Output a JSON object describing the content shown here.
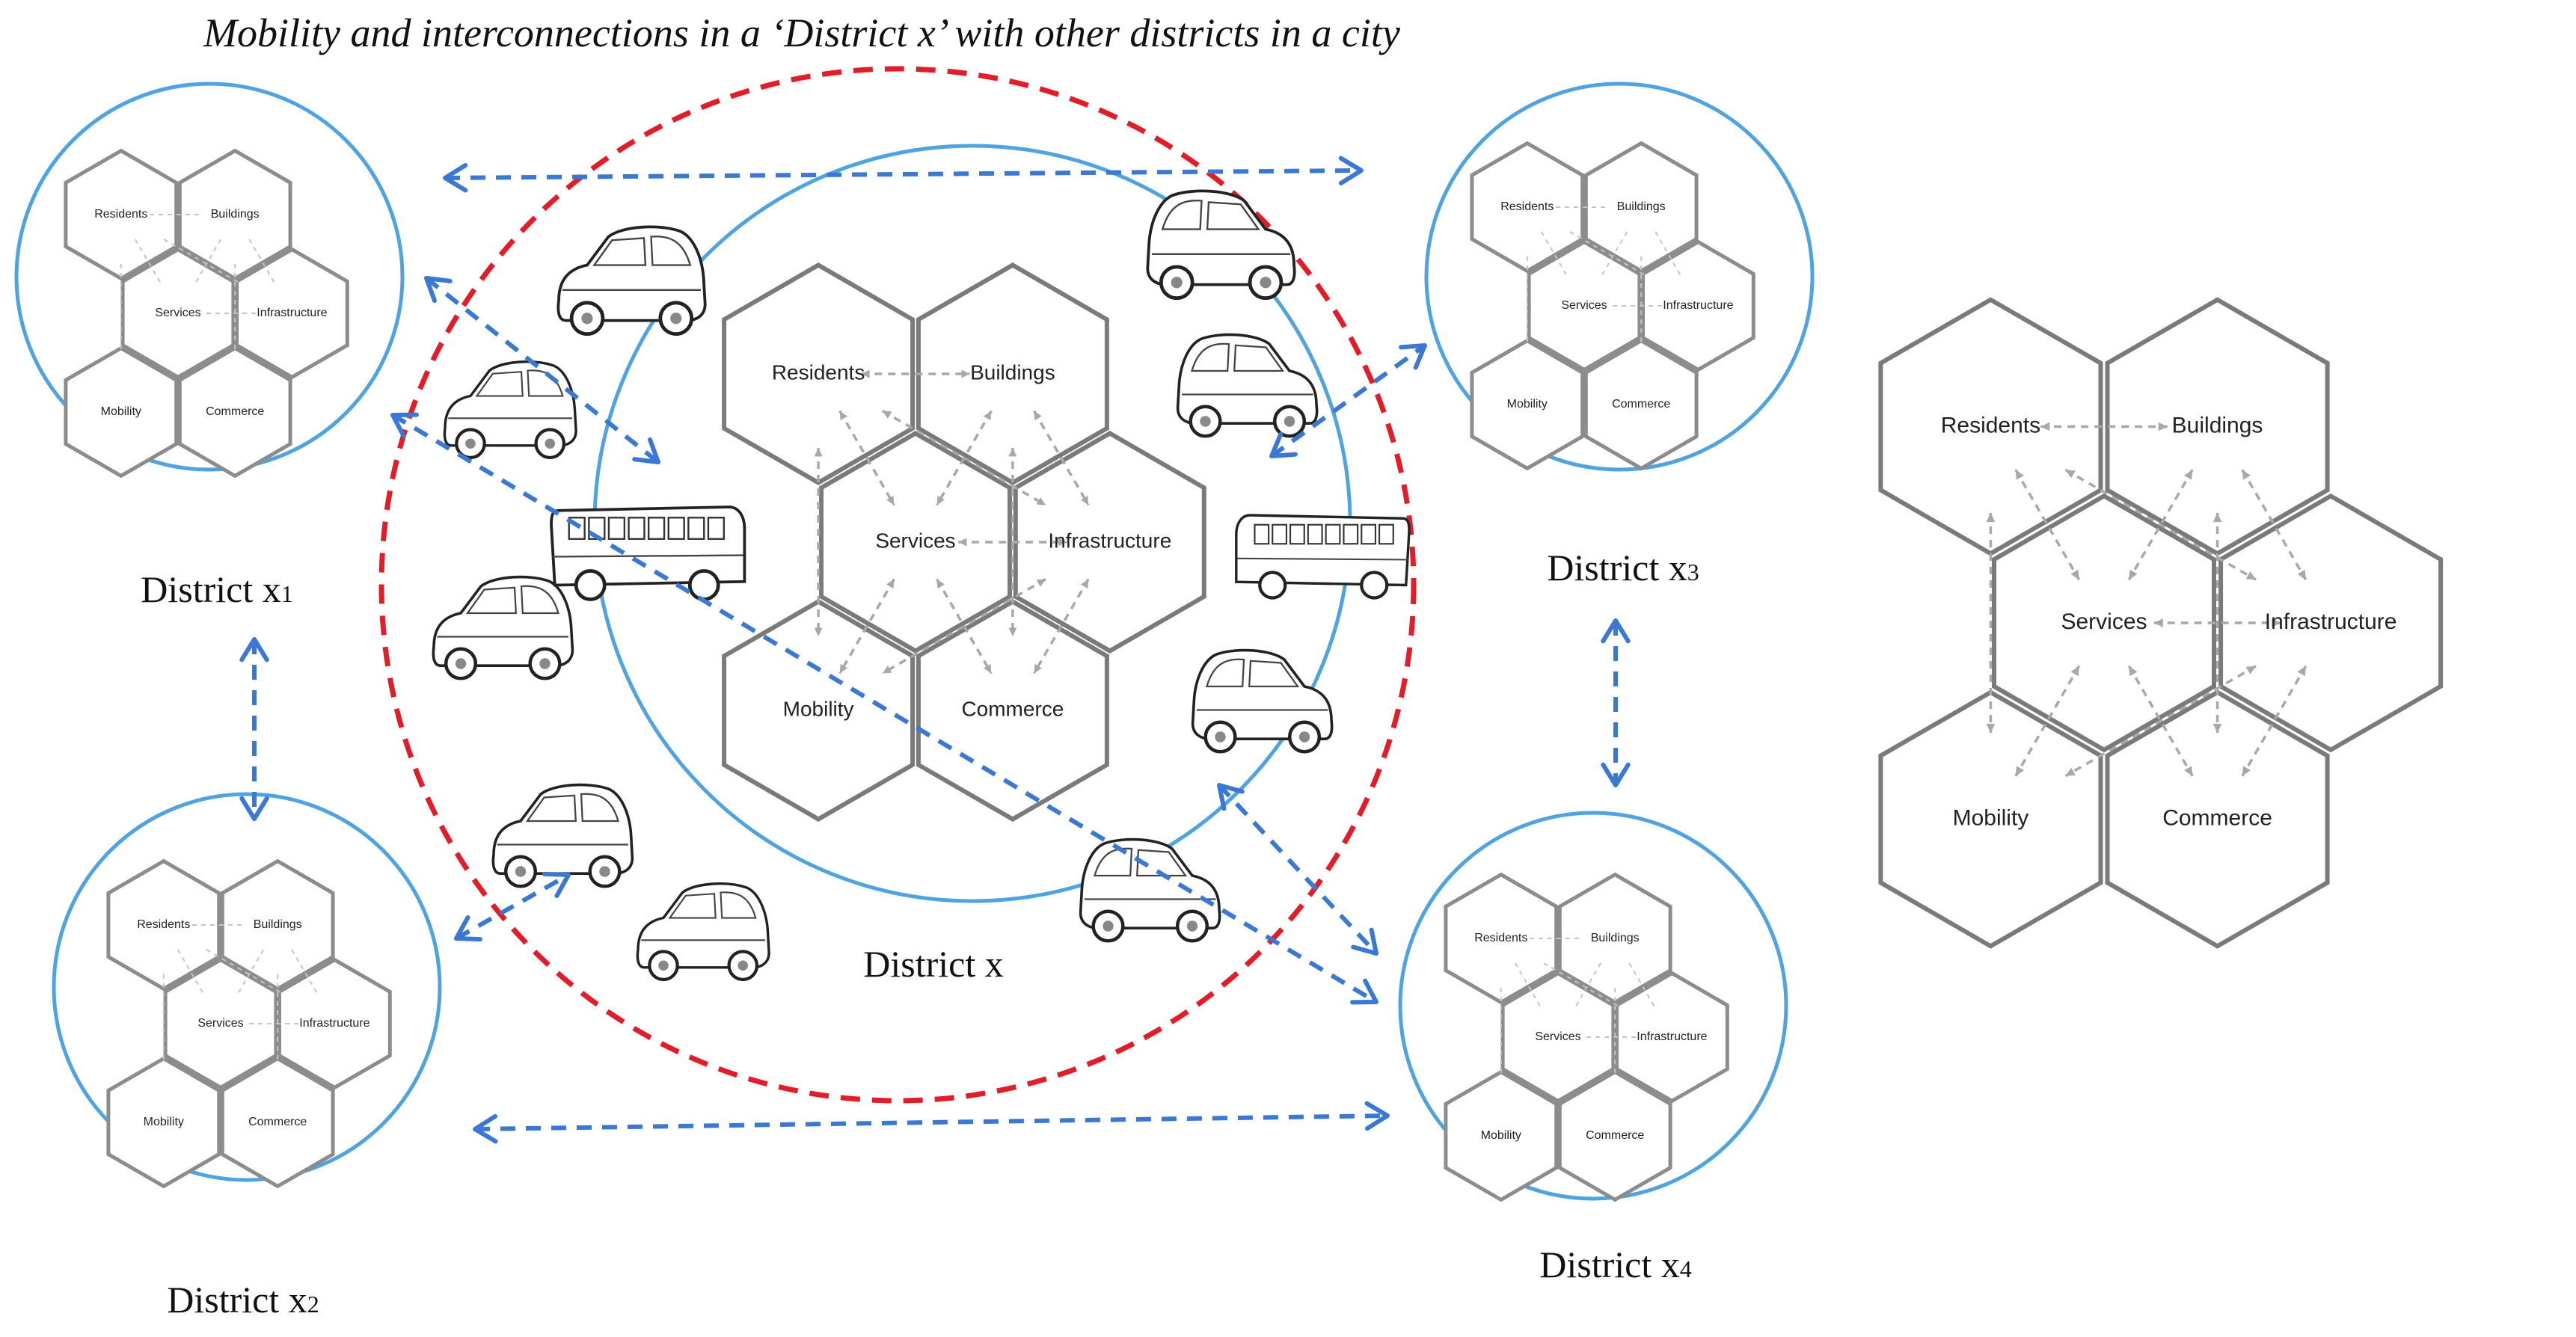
{
  "title": "Mobility and interconnections in a ‘District x’ with other districts in a city",
  "hex_labels": {
    "residents": "Residents",
    "buildings": "Buildings",
    "services": "Services",
    "infrastructure": "Infrastructure",
    "mobility": "Mobility",
    "commerce": "Commerce"
  },
  "districts": {
    "center": "District x",
    "x1": {
      "base": "District x",
      "sub": "1"
    },
    "x2": {
      "base": "District x",
      "sub": "2"
    },
    "x3": {
      "base": "District x",
      "sub": "3"
    },
    "x4": {
      "base": "District x",
      "sub": "4"
    }
  },
  "colors": {
    "connection_arrows": "#3a78d4",
    "district_ring": "#4fa3e0",
    "center_boundary": "#e11d2a",
    "hexagon_stroke": "#8c8c8c",
    "internal_links": "#a8a8a8"
  }
}
